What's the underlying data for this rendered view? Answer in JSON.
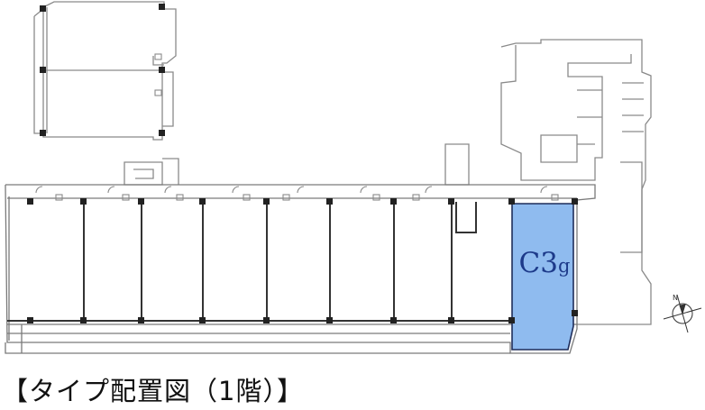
{
  "caption": "【タイプ配置図（1階）】",
  "highlighted_unit": {
    "label_main": "C3",
    "label_suffix": "g",
    "fill_color": "#8fbbef",
    "stroke_color": "#1f2d5a"
  },
  "compass": {
    "label": "N",
    "icon": "compass-icon"
  },
  "colors": {
    "wall": "#8a8a8a",
    "wall_dark": "#333333",
    "pillar": "#222222"
  }
}
